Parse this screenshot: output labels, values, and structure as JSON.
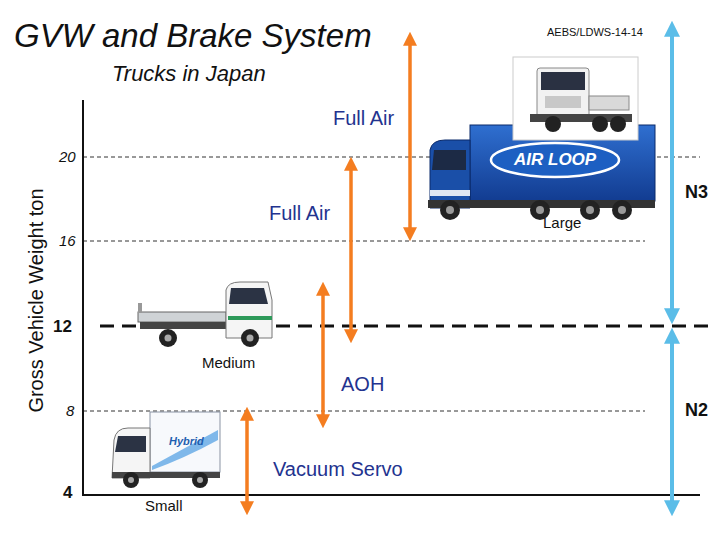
{
  "diagram": {
    "title": "GVW and Brake System",
    "labels": [
      "Trucks in Japan",
      "AEBS/LDWS-14-14",
      "Gross Vehicle Weight ton",
      "20",
      "16",
      "12",
      "8",
      "4",
      "Full Air",
      "Full Air",
      "AOH",
      "Vacuum Servo",
      "N3",
      "N2",
      "Large",
      "Medium",
      "Small",
      "AIR LOOP",
      "Hybrid"
    ]
  }
}
